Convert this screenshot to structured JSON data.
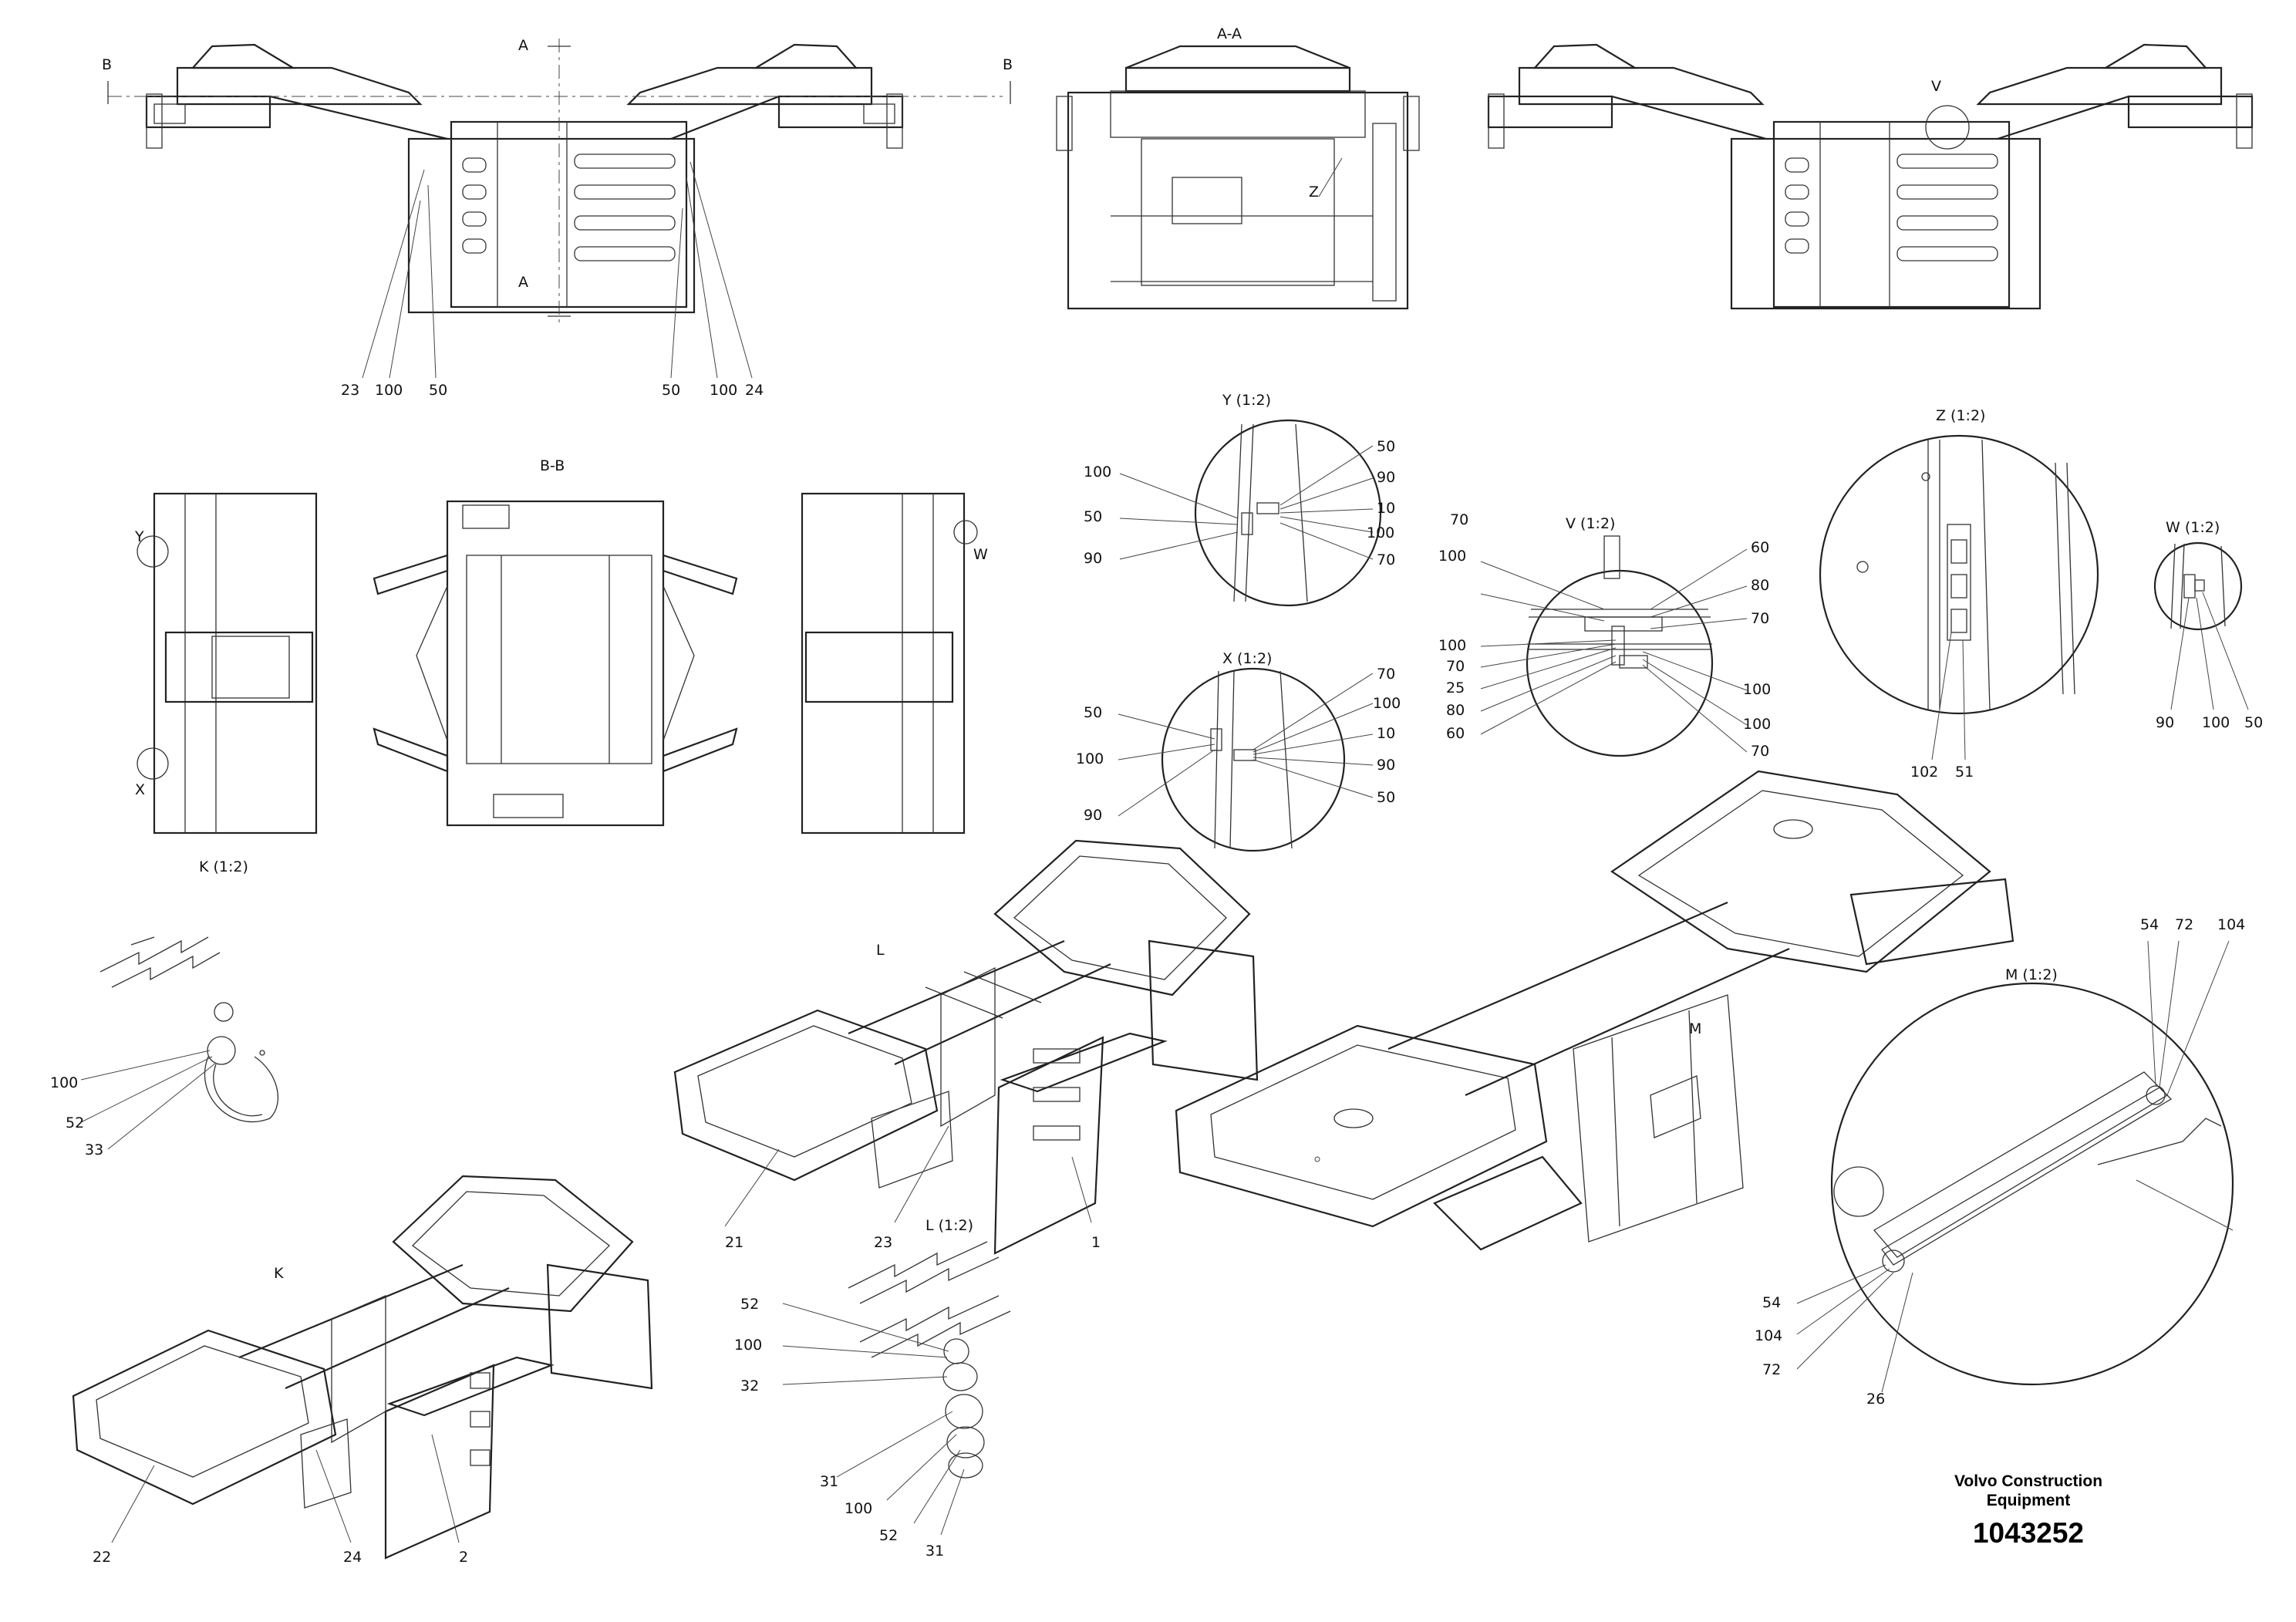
{
  "section_marks": {
    "b_left": "B",
    "b_right": "B",
    "a_top": "A",
    "a_bottom": "A"
  },
  "views": {
    "section_aa": "A-A",
    "section_bb": "B-B",
    "detail_y": "Y (1:2)",
    "detail_x": "X (1:2)",
    "detail_v": "V (1:2)",
    "detail_z": "Z (1:2)",
    "detail_w": "W (1:2)",
    "detail_k": "K (1:2)",
    "detail_l": "L (1:2)",
    "detail_m": "M (1:2)"
  },
  "marks": {
    "z_mark": "Z",
    "v_mark": "V",
    "y_mark": "Y",
    "x_mark": "X",
    "w_mark": "W",
    "l_mark": "L",
    "k_mark": "K",
    "m_mark": "M"
  },
  "callouts": {
    "top_left": [
      "23",
      "100",
      "50"
    ],
    "top_right": [
      "50",
      "100",
      "24"
    ],
    "y_left": [
      "100",
      "50",
      "90"
    ],
    "y_right": [
      "50",
      "90",
      "10",
      "100",
      "70"
    ],
    "x_left": [
      "50",
      "100",
      "90"
    ],
    "x_right": [
      "70",
      "100",
      "10",
      "90",
      "50"
    ],
    "v_left": [
      "70",
      "100",
      "100",
      "70",
      "25",
      "80",
      "60"
    ],
    "v_right": [
      "60",
      "80",
      "70",
      "100",
      "100",
      "70"
    ],
    "z_bottom": [
      "102",
      "51"
    ],
    "w_bottom": [
      "90",
      "100",
      "50"
    ],
    "k_side": [
      "100",
      "52",
      "33"
    ],
    "mid_iso": [
      "21",
      "23",
      "1"
    ],
    "l_side": [
      "52",
      "100",
      "32",
      "31",
      "100",
      "52",
      "31"
    ],
    "low_iso": [
      "22",
      "24",
      "2"
    ],
    "m_top": [
      "54",
      "72",
      "104"
    ],
    "m_left": [
      "54",
      "104",
      "72"
    ],
    "m_bottom": "26"
  },
  "footer": {
    "company_line1": "Volvo Construction",
    "company_line2": "Equipment",
    "drawing_number": "1043252"
  }
}
